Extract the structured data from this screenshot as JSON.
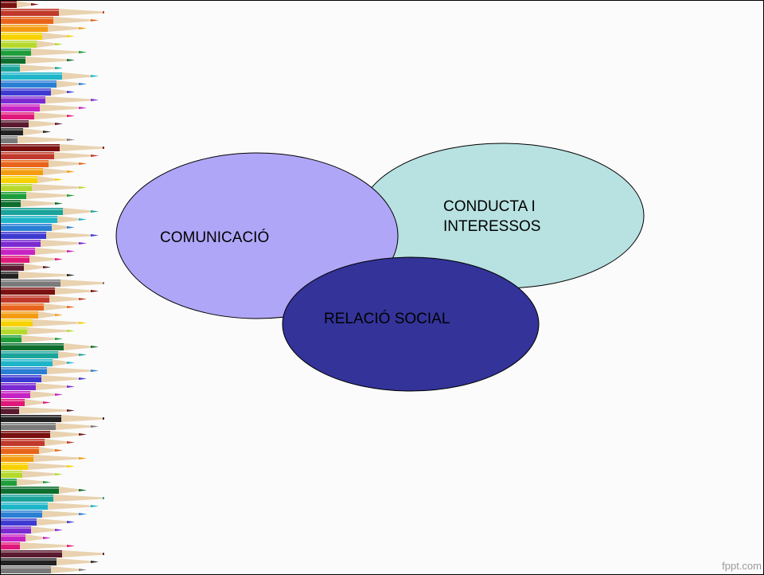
{
  "diagram": {
    "nodes": [
      {
        "id": "comunicacio",
        "lines": [
          "COMUNICACIÓ"
        ],
        "fill": "#b0a6f7",
        "text_color": "#000000"
      },
      {
        "id": "conducta",
        "lines": [
          "CONDUCTA I",
          "INTERESSOS"
        ],
        "fill": "#b8e1e1",
        "text_color": "#000000"
      },
      {
        "id": "relacio",
        "lines": [
          "RELACIÓ SOCIAL"
        ],
        "fill": "#333399",
        "text_color": "#000000"
      }
    ]
  },
  "watermark": "fppt.com",
  "pencil_colors": [
    "#7a1010",
    "#c0392b",
    "#e8641a",
    "#f39c12",
    "#f7d200",
    "#b5d92b",
    "#1e9e3a",
    "#0d6e2e",
    "#1aa39a",
    "#1fb5c9",
    "#2a7fd4",
    "#3d3ad1",
    "#7b2bd1",
    "#c623c4",
    "#e0187a",
    "#5a1a30",
    "#222222",
    "#7a7a7a"
  ]
}
